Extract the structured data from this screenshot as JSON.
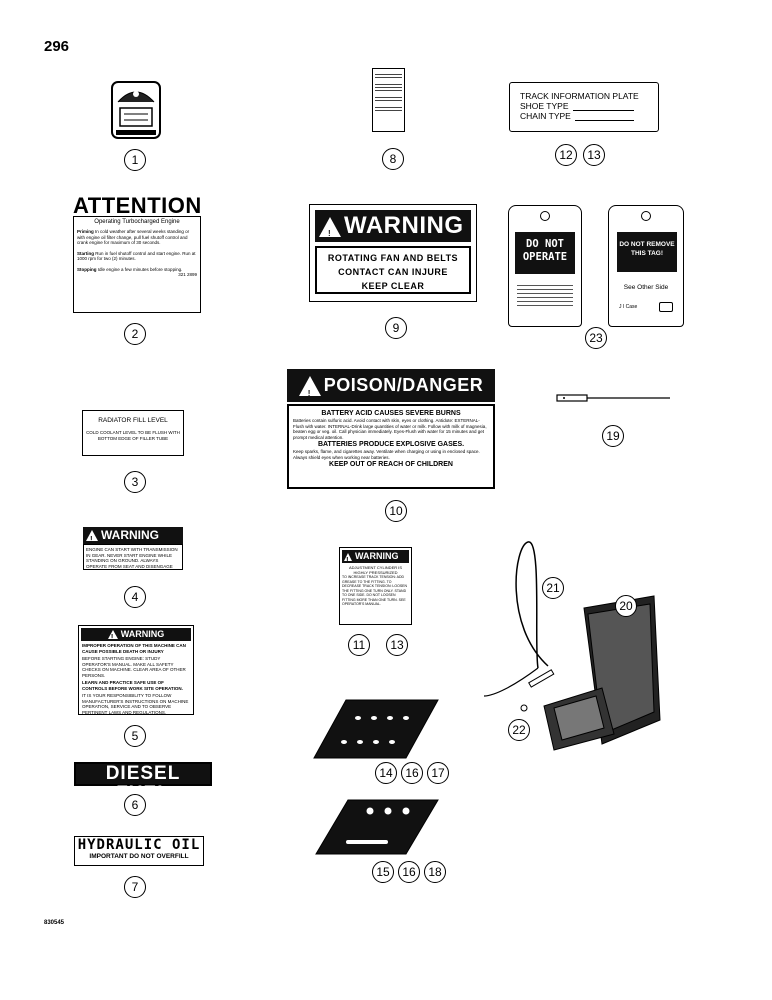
{
  "page_number": "296",
  "figure_code": "830545",
  "callouts": {
    "c1": "1",
    "c2": "2",
    "c3": "3",
    "c4": "4",
    "c5": "5",
    "c6": "6",
    "c7": "7",
    "c8": "8",
    "c9": "9",
    "c10": "10",
    "c11": "11",
    "c13a": "13",
    "c12": "12",
    "c13b": "13",
    "c23": "23",
    "c19": "19",
    "c21": "21",
    "c20": "20",
    "c22": "22",
    "c14": "14",
    "c16a": "16",
    "c17": "17",
    "c15": "15",
    "c16b": "16",
    "c18": "18"
  },
  "decal_attention": {
    "title": "ATTENTION",
    "subtitle": "Operating Turbocharged Engine",
    "line1_label": "Priming",
    "line1_text": "In cold weather after several weeks standing or with engine oil filter change, pull fuel shutoff control and crank engine for maximum of 30 seconds.",
    "line2_label": "Starting",
    "line2_text": "Run in fuel shutoff control and start engine. Run at 1000 rpm for two (2) minutes.",
    "line3_label": "Stopping",
    "line3_text": "Idle engine a few minutes before stopping.",
    "part_no": "321 2899"
  },
  "decal_radiator": {
    "title": "RADIATOR FILL LEVEL",
    "text": "COLD COOLANT LEVEL TO BE FLUSH WITH BOTTOM EDGE OF FILLER TUBE"
  },
  "decal_warning4": {
    "header": "WARNING",
    "text": "ENGINE CAN START WITH TRANSMISSION IN GEAR. NEVER START ENGINE WHILE STANDING ON GROUND. ALWAYS OPERATE FROM SEAT AND DISENGAGE TRANSMISSION BEFORE STARTING."
  },
  "decal_warning5": {
    "header": "WARNING",
    "line1": "IMPROPER OPERATION OF THIS MACHINE CAN CAUSE POSSIBLE DEATH OR INJURY",
    "line2": "BEFORE STARTING ENGINE: STUDY OPERATOR'S MANUAL. MAKE ALL SAFETY CHECKS ON MACHINE. CLEAR AREA OF OTHER PERSONS.",
    "line3": "LEARN AND PRACTICE SAFE USE OF CONTROLS BEFORE WORK SITE OPERATION.",
    "line4": "IT IS YOUR RESPONSIBILITY TO FOLLOW MANUFACTURER'S INSTRUCTIONS ON MACHINE OPERATION, SERVICE AND TO OBSERVE PERTINENT LAWS AND REGULATIONS."
  },
  "decal_diesel": {
    "text": "DIESEL FUEL"
  },
  "decal_hydraulic": {
    "title": "HYDRAULIC OIL",
    "subtitle": "IMPORTANT DO NOT OVERFILL"
  },
  "decal_warning9": {
    "header": "WARNING",
    "line1": "ROTATING FAN AND BELTS",
    "line2": "CONTACT CAN INJURE",
    "line3": "KEEP CLEAR"
  },
  "decal_poison": {
    "header": "POISON/DANGER",
    "line1": "BATTERY ACID CAUSES SEVERE BURNS",
    "line2": "Batteries contain sulfuric acid. Avoid contact with skin, eyes or clothing. Antidote: EXTERNAL-Flush with water. INTERNAL-Drink large quantities of water or milk. Follow with milk of magnesia, beaten egg or veg. oil. Call physician immediately. Eyes-Flush with water for 15 minutes and get prompt medical attention.",
    "line3": "BATTERIES PRODUCE EXPLOSIVE GASES.",
    "line4": "Keep sparks, flame, and cigarettes away. Ventilate when charging or using in enclosed space. Always shield eyes when working near batteries.",
    "line5": "KEEP OUT OF REACH OF CHILDREN"
  },
  "decal_warning11": {
    "header": "WARNING",
    "line1": "ADJUSTMENT CYLINDER IS HIGHLY PRESSURIZED",
    "line2": "TO INCREASE TRACK TENSION: ADD GREASE TO THE FITTING. TO DECREASE TRACK TENSION: LOOSEN THE FITTING ONE TURN ONLY. STAND TO ONE SIDE. DO NOT LOOSEN FITTING MORE THAN ONE TURN. SEE OPERATOR'S MANUAL."
  },
  "decal_track": {
    "line1": "TRACK INFORMATION PLATE",
    "line2": "SHOE TYPE",
    "line3": "CHAIN TYPE"
  },
  "tag_do_not_operate": {
    "text": "DO NOT OPERATE"
  },
  "tag_do_not_remove": {
    "text": "DO NOT REMOVE THIS TAG!",
    "sub": "See Other Side",
    "brand": "J I Case"
  }
}
